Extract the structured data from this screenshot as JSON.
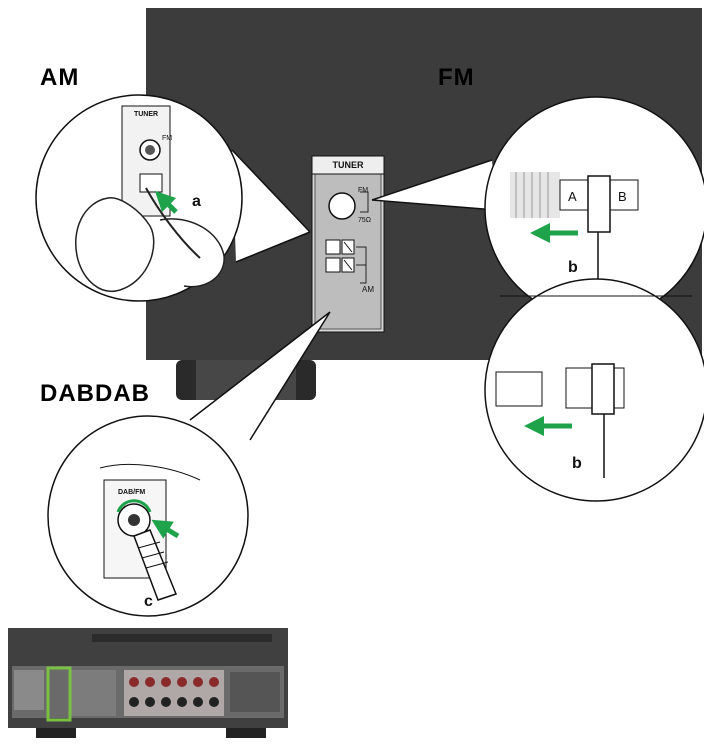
{
  "headings": {
    "am": "AM",
    "fm": "FM",
    "dab": "DABDAB"
  },
  "panel": {
    "title": "TUNER",
    "fm_label": "FM",
    "ohm_label": "75Ω",
    "am_label": "AM"
  },
  "am_detail": {
    "tuner_label": "TUNER",
    "fm_label": "FM",
    "step_label": "a"
  },
  "fm_detail": {
    "label_a": "A",
    "label_b": "B",
    "step_label": "b"
  },
  "fm_detail_2": {
    "step_label": "b"
  },
  "dab_detail": {
    "jack_label": "DAB/FM",
    "step_label": "c"
  },
  "colors": {
    "receiver_body": "#3c3c3c",
    "arrow_green": "#1ea34a",
    "highlight_green": "#7ac143"
  }
}
